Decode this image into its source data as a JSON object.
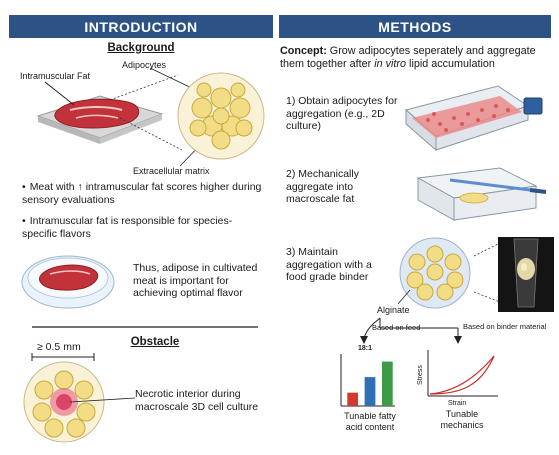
{
  "intro": {
    "header": "INTRODUCTION",
    "background_heading": "Background",
    "label_intramuscular_fat": "Intramuscular Fat",
    "label_adipocytes": "Adipocytes",
    "label_extracellular_matrix": "Extracellular matrix",
    "bullet_1": "Meat with ↑ intramuscular fat scores higher during sensory evaluations",
    "bullet_2": "Intramuscular fat is responsible for species-specific flavors",
    "bullet_symbol": "•",
    "thus_text": "Thus, adipose in cultivated meat is important for achieving optimal flavor",
    "size_label": "≥ 0.5 mm",
    "obstacle_heading": "Obstacle",
    "necrotic_text": "Necrotic interior during macroscale 3D cell culture"
  },
  "methods": {
    "header": "METHODS",
    "concept_label": "Concept:",
    "concept_text_1": " Grow adipocytes seperately and aggregate them together after ",
    "concept_italic": "in vitro",
    "concept_text_2": " lipid accumulation",
    "step_1": "1) Obtain adipocytes for aggregation (e.g., 2D culture)",
    "step_2": "2) Mechanically aggregate into macroscale fat",
    "step_3": "3) Maintain aggregation with a food grade binder",
    "alginate_label": "Alginate",
    "branch_feed": "Based on feed",
    "branch_binder": "Based on binder material",
    "ratio_label": "18:1",
    "chart_caption": "Tunable fatty acid content",
    "stress_label": "Stress",
    "strain_label": "Strain",
    "mechanics_caption": "Tunable mechanics"
  },
  "colors": {
    "header_bg": "#2c5286",
    "bar_red": "#d23a2e",
    "bar_blue": "#2f6fb3",
    "bar_green": "#3d9a46",
    "curve_red": "#cc2a2a",
    "adipocyte_fill": "#f3dc86"
  },
  "chart_data": {
    "type": "bar",
    "title": "18:1",
    "categories": [
      "",
      "",
      ""
    ],
    "series": [
      {
        "values": [
          1.2,
          2.6,
          4.0
        ]
      }
    ],
    "xlabel": "",
    "ylabel": "",
    "ylim": [
      0,
      4.5
    ],
    "grid": false,
    "colors": [
      "#d23a2e",
      "#2f6fb3",
      "#3d9a46"
    ]
  }
}
